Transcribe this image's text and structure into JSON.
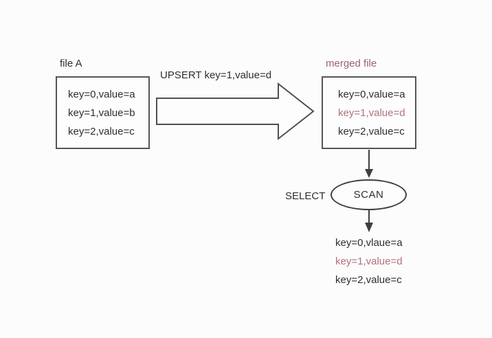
{
  "file_a": {
    "label": "file A",
    "rows": [
      "key=0,value=a",
      "key=1,value=b",
      "key=2,value=c"
    ]
  },
  "upsert_label": "UPSERT key=1,value=d",
  "merged_file": {
    "label": "merged file",
    "rows": [
      {
        "text": "key=0,value=a",
        "highlight": false
      },
      {
        "text": "key=1,value=d",
        "highlight": true
      },
      {
        "text": "key=2,value=c",
        "highlight": false
      }
    ]
  },
  "select_label": "SELECT",
  "scan_label": "SCAN",
  "result": {
    "rows": [
      {
        "text": "key=0,vlaue=a",
        "highlight": false
      },
      {
        "text": "key=1,value=d",
        "highlight": true
      },
      {
        "text": "key=2,value=c",
        "highlight": false
      }
    ]
  },
  "colors": {
    "background": "#fcfcfc",
    "text": "#2e2e2e",
    "box_border": "#555555",
    "arrow_line": "#3f3f3f",
    "highlight_text": "#b0727c",
    "merged_label_text": "#9d636c"
  },
  "icons": {
    "upsert_arrow": "right-block-arrow-icon",
    "flow_arrows": "down-arrow-icon"
  }
}
